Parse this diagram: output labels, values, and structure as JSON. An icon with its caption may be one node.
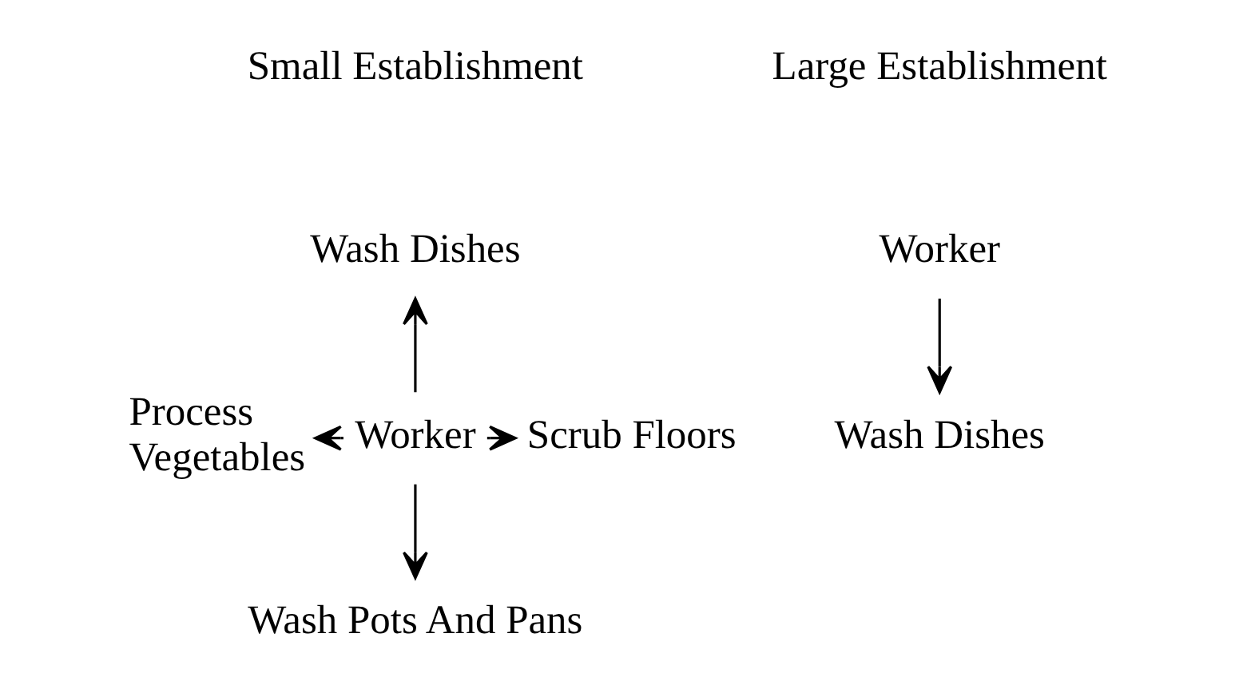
{
  "diagram": {
    "nodes": [
      {
        "text": [
          "Wash Dishes"
        ]
      },
      {
        "text": [
          "Process Vegetables"
        ]
      },
      {
        "text": [
          "Worker"
        ]
      },
      {
        "text": [
          "Scrub Floors"
        ]
      },
      {
        "text": [
          "Wash Pots And Pans"
        ]
      },
      {
        "text": [
          "Worker"
        ]
      },
      {
        "text": [
          "Wash Dishes"
        ]
      }
    ],
    "edges": [
      {
        "from": 2,
        "to": 0,
        "arrow": "to"
      },
      {
        "from": 2,
        "to": 1,
        "arrow": "to"
      },
      {
        "from": 2,
        "to": 3,
        "arrow": "to"
      },
      {
        "from": 2,
        "to": 4,
        "arrow": "to"
      },
      {
        "from": 5,
        "to": 6,
        "arrow": "to"
      }
    ],
    "labels": [
      "Small Establishment",
      "Large Establishment"
    ]
  }
}
